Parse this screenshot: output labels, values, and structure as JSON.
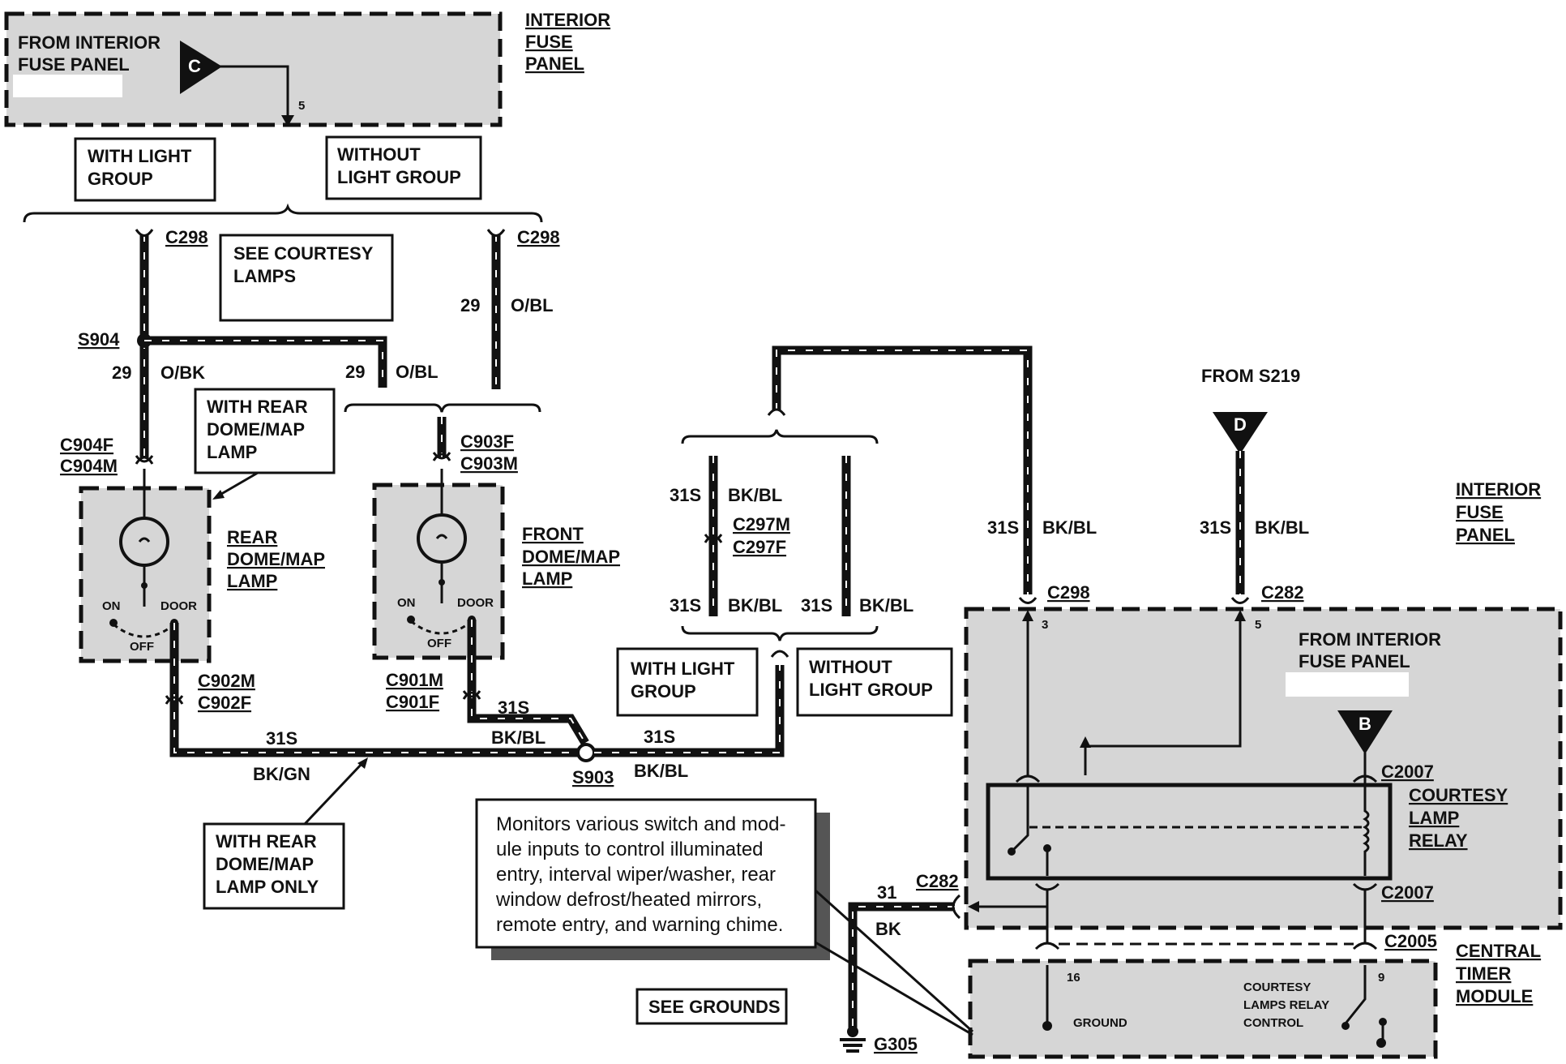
{
  "titles": {
    "interior_fuse_panel_top": [
      "INTERIOR",
      "FUSE",
      "PANEL"
    ],
    "interior_fuse_panel_right": [
      "INTERIOR",
      "FUSE",
      "PANEL"
    ],
    "central_timer_module": [
      "CENTRAL",
      "TIMER",
      "MODULE"
    ]
  },
  "zones": {
    "top_from_fuse_panel": [
      "FROM INTERIOR",
      "FUSE PANEL"
    ],
    "right_from_fuse_panel": [
      "FROM INTERIOR",
      "FUSE PANEL"
    ]
  },
  "boxes": {
    "with_light_group_top": [
      "WITH LIGHT",
      "GROUP"
    ],
    "without_light_group_top": [
      "WITHOUT",
      "LIGHT GROUP"
    ],
    "see_courtesy_lamps": [
      "SEE COURTESY",
      "LAMPS"
    ],
    "with_rear_dome": [
      "WITH REAR",
      "DOME/MAP",
      "LAMP"
    ],
    "with_rear_dome_only": [
      "WITH REAR",
      "DOME/MAP",
      "LAMP ONLY"
    ],
    "with_light_group_mid": [
      "WITH LIGHT",
      "GROUP"
    ],
    "without_light_group_mid": [
      "WITHOUT",
      "LIGHT GROUP"
    ],
    "see_grounds": "SEE GROUNDS"
  },
  "components": {
    "rear_lamp": [
      "REAR",
      "DOME/MAP",
      "LAMP"
    ],
    "front_lamp": [
      "FRONT",
      "DOME/MAP",
      "LAMP"
    ],
    "courtesy_relay": [
      "COURTESY",
      "LAMP",
      "RELAY"
    ],
    "switch_on": "ON",
    "switch_door": "DOOR",
    "switch_off": "OFF",
    "ctm_ground": "GROUND",
    "ctm_relay_control": [
      "COURTESY",
      "LAMPS RELAY",
      "CONTROL"
    ]
  },
  "symbols": {
    "c": "C",
    "d": "D",
    "b": "B"
  },
  "from_s219": "FROM S219",
  "note": [
    "Monitors various switch and mod-",
    "ule inputs to control illuminated",
    "entry, interval wiper/washer, rear",
    "window defrost/heated mirrors,",
    "remote entry, and warning chime."
  ],
  "connectors": {
    "c298_left": "C298",
    "c298_mid": "C298",
    "s904": "S904",
    "c904f": "C904F",
    "c904m": "C904M",
    "c903f": "C903F",
    "c903m": "C903M",
    "c902m": "C902M",
    "c902f": "C902F",
    "c901m": "C901M",
    "c901f": "C901F",
    "s903": "S903",
    "c297m": "C297M",
    "c297f": "C297F",
    "c298_right": "C298",
    "c282_right": "C282",
    "c2007_top": "C2007",
    "c2007_bot": "C2007",
    "c2005": "C2005",
    "c282_ground": "C282",
    "g305": "G305"
  },
  "circuits": {
    "w29_obl_a": "29",
    "obl_a": "O/BL",
    "w29_obk": "29",
    "obk": "O/BK",
    "w29_obl_b": "29",
    "obl_b": "O/BL",
    "w31s_a": "31S",
    "bkgn": "BK/GN",
    "w31s_b": "31S",
    "bkbl_b": "BK/BL",
    "w31s_c": "31S",
    "bkbl_c": "BK/BL",
    "w31s_d": "31S",
    "bkbl_d": "BK/BL",
    "w31s_e": "31S",
    "bkbl_e": "BK/BL",
    "w31s_f": "31S",
    "bkbl_f": "BK/BL",
    "w31s_g": "31S",
    "bkbl_g": "BK/BL",
    "w31s_h": "31S",
    "bkbl_h": "BK/BL",
    "w31": "31",
    "bk": "BK"
  },
  "pins": {
    "p5_top": "5",
    "p3": "3",
    "p5_right": "5",
    "p16": "16",
    "p9": "9"
  }
}
